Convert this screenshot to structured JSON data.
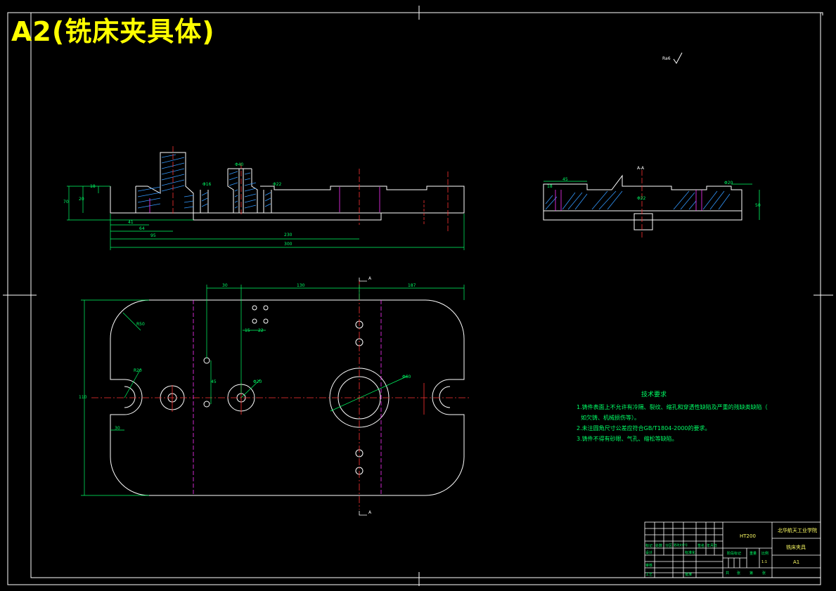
{
  "title": "A2(铣床夹具体)",
  "colors": {
    "background": "#000000",
    "frame": "#ffffff",
    "dimension": "#00ff66",
    "title": "#ffff00",
    "centerline": "#ff3333",
    "hidden": "#ff33ff",
    "hatch": "#3399ff"
  },
  "roughness_mark": "Ra6",
  "section_mark": "A-A",
  "section_arrow_label": "A",
  "technical_requirements": {
    "heading": "技术要求",
    "items": [
      "1.铸件表面上不允许有冷隔、裂纹、缩孔和穿透性缺陷及严重的残缺类缺陷（",
      "如欠铸、机械损伤等）。",
      "2.未注圆角尺寸公差应符合GB/T1804-2000的要求。",
      "3.铸件不得有砂眼、气孔、缩松等缺陷。"
    ]
  },
  "dimensions": {
    "front_view": [
      "18",
      "70",
      "20",
      "41",
      "64",
      "95",
      "230",
      "300",
      "Φ40",
      "Φ16",
      "Φ22"
    ],
    "plan_view": [
      "30",
      "130",
      "187",
      "R50",
      "R20",
      "Φ60",
      "Φ20",
      "15",
      "22",
      "45",
      "110",
      "30"
    ],
    "section_view": [
      "45",
      "Φ20",
      "Φ22",
      "50",
      "18"
    ]
  },
  "title_block": {
    "school": "北华航天工业学院",
    "part_name": "铣床夹具",
    "material": "HT200",
    "drawing_no": "A1",
    "scale": "1:1",
    "labels": [
      "标记",
      "处数",
      "分区",
      "更改文件号",
      "签名",
      "年月日",
      "设计",
      "标准化",
      "阶段标记",
      "重量",
      "比例",
      "审核",
      "工艺",
      "批准",
      "共",
      "张",
      "第",
      "张"
    ]
  }
}
